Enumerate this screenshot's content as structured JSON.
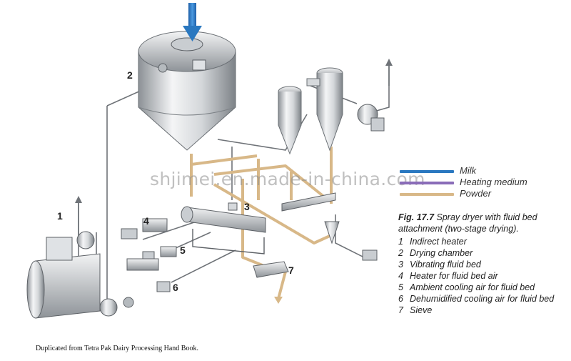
{
  "legend": [
    {
      "label": "Milk",
      "color": "#2a78c0"
    },
    {
      "label": "Heating medium",
      "color": "#8a6cb8"
    },
    {
      "label": "Powder",
      "color": "#d8b888"
    }
  ],
  "callouts": [
    "1",
    "2",
    "3",
    "4",
    "5",
    "6",
    "7"
  ],
  "caption": {
    "fig": "Fig. 17.7",
    "title": "Spray dryer with fluid bed attachment (two-stage drying).",
    "items": [
      {
        "n": "1",
        "text": "Indirect heater"
      },
      {
        "n": "2",
        "text": "Drying chamber"
      },
      {
        "n": "3",
        "text": "Vibrating fluid bed"
      },
      {
        "n": "4",
        "text": "Heater for fluid bed air"
      },
      {
        "n": "5",
        "text": "Ambient cooling air for fluid bed"
      },
      {
        "n": "6",
        "text": "Dehumidified cooling air for fluid bed"
      },
      {
        "n": "7",
        "text": "Sieve"
      }
    ]
  },
  "watermark": "shjimei.en.made-in-china.com",
  "footer": "Duplicated from Tetra Pak Dairy Processing Hand Book."
}
